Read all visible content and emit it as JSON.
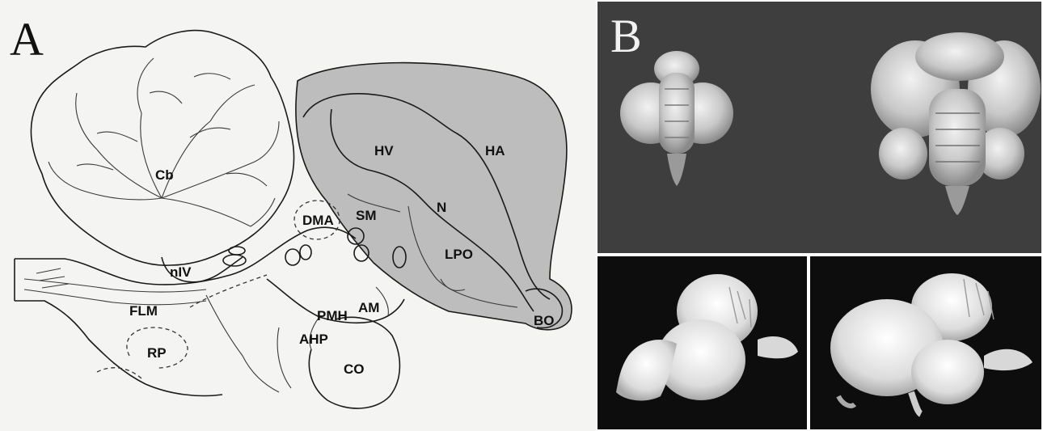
{
  "panel_a": {
    "letter": "A",
    "labels": {
      "cb": "Cb",
      "hv": "HV",
      "ha": "HA",
      "n": "N",
      "sm": "SM",
      "dma": "DMA",
      "lpo": "LPO",
      "niv": "nIV",
      "flm": "FLM",
      "pmh": "PMH",
      "am": "AM",
      "ahp": "AHP",
      "rp": "RP",
      "co": "CO",
      "bo": "BO"
    }
  },
  "panel_b": {
    "letter": "B"
  },
  "colors": {
    "shaded_region": "#bdbdbd",
    "photo_top_background": "#3e3e3e",
    "photo_bottom_background": "#0d0d0d"
  }
}
